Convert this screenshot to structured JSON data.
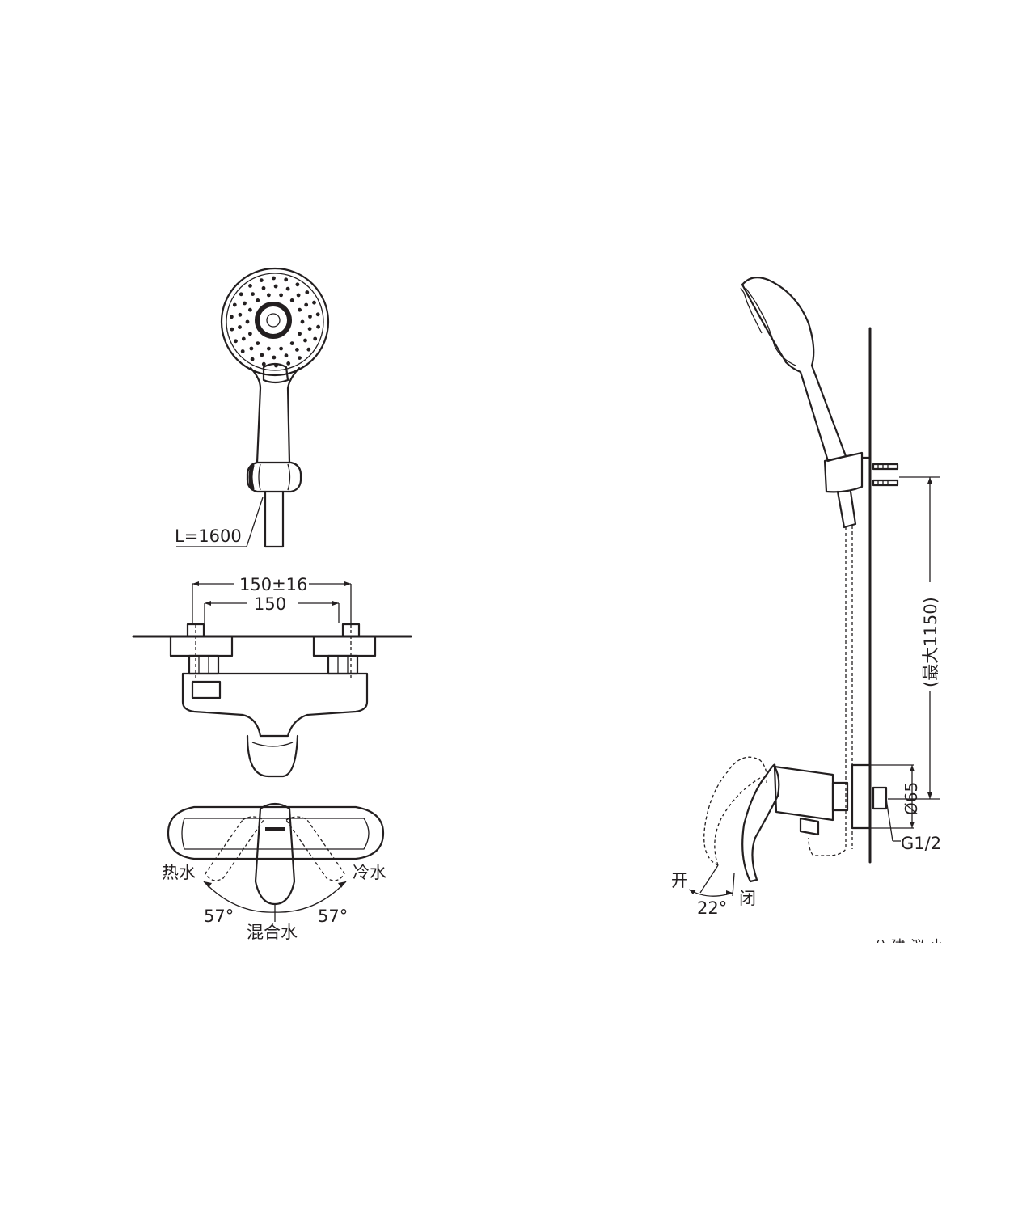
{
  "labels": {
    "hose_length": "L=1600",
    "spacing_tolerance": "150±16",
    "spacing": "150",
    "hot_water": "热水",
    "cold_water": "冷水",
    "angle_left": "57°",
    "angle_right": "57°",
    "mixed_water": "混合水",
    "max_height": "(最大1150)",
    "diameter": "Ø65",
    "thread": "G1/2",
    "open": "开",
    "close": "闭",
    "lever_angle": "22°",
    "cut_off_text": "()  建 议 小"
  }
}
